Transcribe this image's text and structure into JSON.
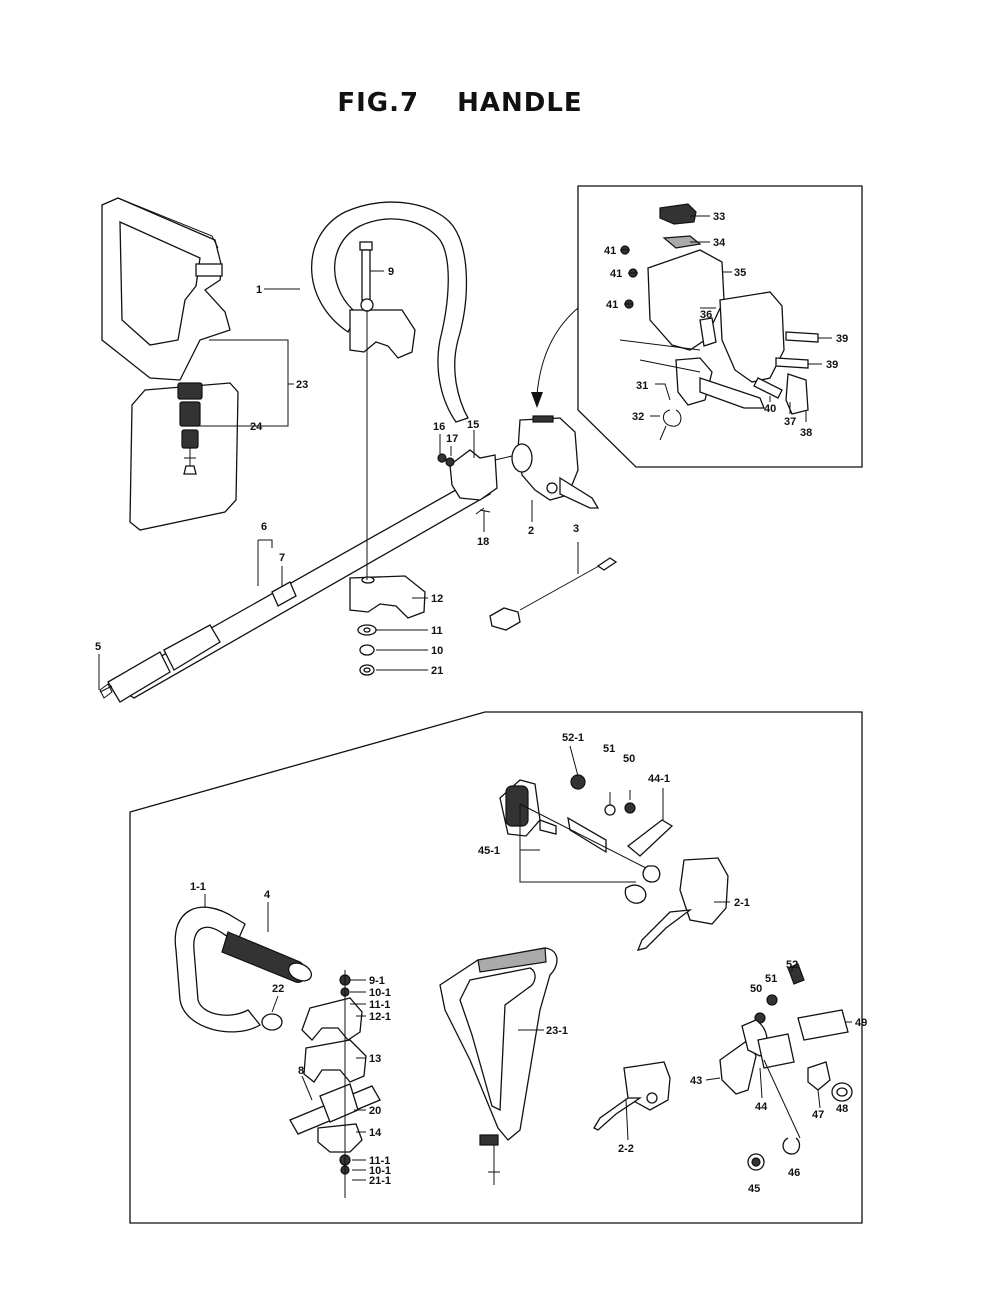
{
  "title": {
    "fig": "FIG.7",
    "name": "HANDLE"
  },
  "labels": {
    "l1": "1",
    "l2": "2",
    "l3": "3",
    "l5": "5",
    "l6": "6",
    "l7": "7",
    "l9": "9",
    "l10": "10",
    "l11": "11",
    "l12": "12",
    "l15": "15",
    "l16": "16",
    "l17": "17",
    "l18": "18",
    "l21": "21",
    "l23": "23",
    "l24": "24",
    "l31": "31",
    "l32": "32",
    "l33": "33",
    "l34": "34",
    "l35": "35",
    "l36": "36",
    "l37": "37",
    "l38": "38",
    "l39a": "39",
    "l39b": "39",
    "l40": "40",
    "l41a": "41",
    "l41b": "41",
    "l41c": "41",
    "l52_1": "52-1",
    "l51a": "51",
    "l50a": "50",
    "l44_1": "44-1",
    "l45_1": "45-1",
    "l2_1": "2-1",
    "l1_1": "1-1",
    "l4": "4",
    "l22": "22",
    "l9_1": "9-1",
    "l10_1a": "10-1",
    "l11_1a": "11-1",
    "l12_1": "12-1",
    "l13": "13",
    "l8": "8",
    "l20": "20",
    "l14": "14",
    "l11_1b": "11-1",
    "l10_1b": "10-1",
    "l21_1": "21-1",
    "l23_1": "23-1",
    "l2_2": "2-2",
    "l52": "52",
    "l51b": "51",
    "l50b": "50",
    "l49": "49",
    "l43": "43",
    "l44": "44",
    "l47": "47",
    "l48": "48",
    "l45": "45",
    "l46": "46"
  }
}
